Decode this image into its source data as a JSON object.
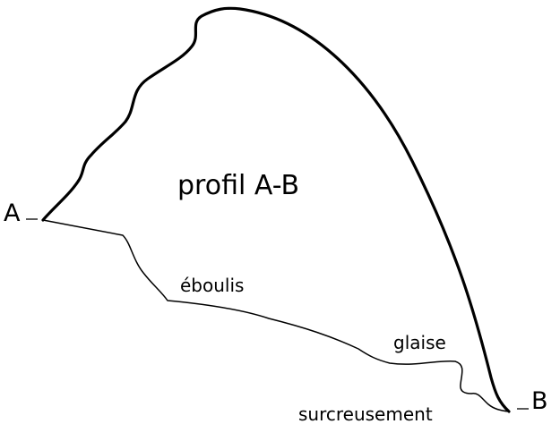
{
  "diagram": {
    "title": "profil A-B",
    "points": {
      "a": "A",
      "b": "B"
    },
    "zones": {
      "scree": "éboulis",
      "clay": "glaise",
      "overdeepening": "surcreusement"
    }
  },
  "colors": {
    "stroke": "#000000",
    "background": "#ffffff"
  }
}
